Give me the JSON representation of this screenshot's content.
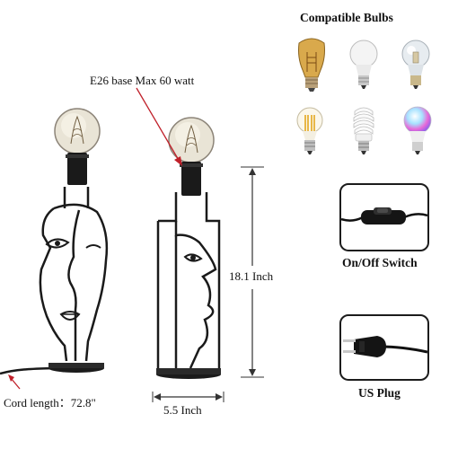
{
  "labels": {
    "base": "E26 base Max 60 watt",
    "height": "18.1 Inch",
    "width": "5.5 Inch",
    "cord": "Cord length：72.8\"",
    "bulbs_title": "Compatible Bulbs",
    "switch": "On/Off Switch",
    "plug": "US Plug"
  },
  "bulbs": [
    {
      "name": "edison-st64-bulb-icon"
    },
    {
      "name": "a19-led-bulb-icon"
    },
    {
      "name": "halogen-bulb-icon"
    },
    {
      "name": "filament-led-bulb-icon"
    },
    {
      "name": "spiral-cfl-bulb-icon"
    },
    {
      "name": "rgb-smart-bulb-icon"
    }
  ],
  "colors": {
    "arrow": "#c0202a",
    "metal": "#1a1a1a"
  }
}
